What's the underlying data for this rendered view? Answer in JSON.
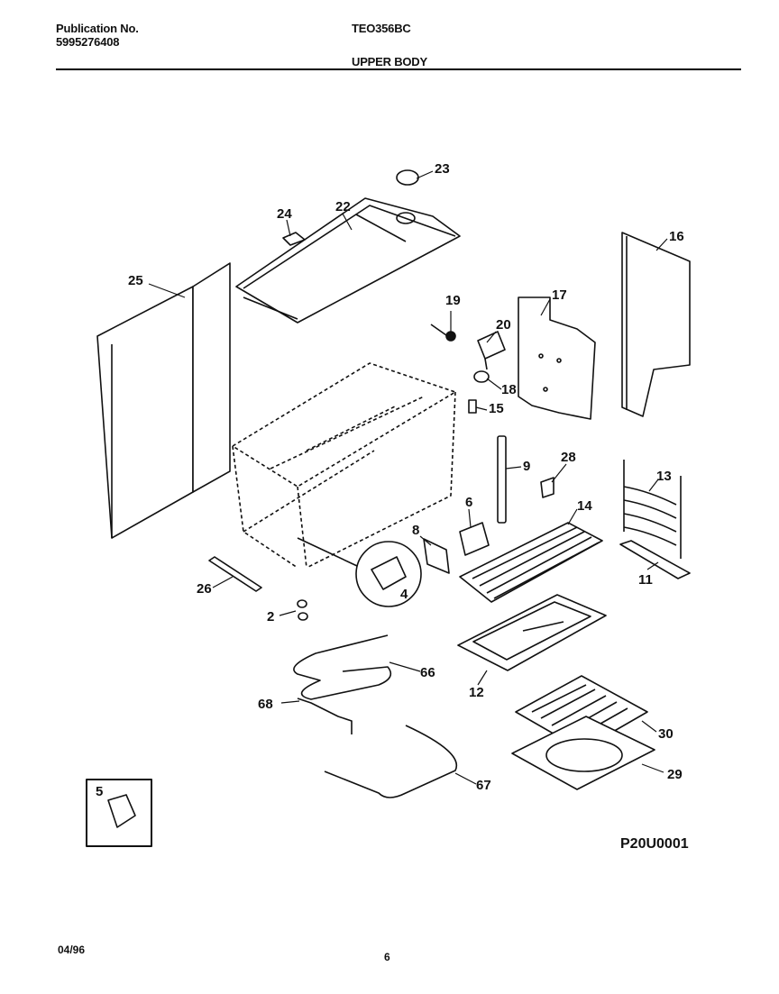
{
  "header": {
    "publication_label": "Publication No.",
    "publication_number": "5995276408",
    "model": "TEO356BC",
    "section_title": "UPPER BODY"
  },
  "diagram_code": "P20U0001",
  "footer": {
    "date": "04/96",
    "page_number": "6"
  },
  "callouts": {
    "c2": "2",
    "c4": "4",
    "c5": "5",
    "c6": "6",
    "c8": "8",
    "c9": "9",
    "c11": "11",
    "c12": "12",
    "c13": "13",
    "c14": "14",
    "c15": "15",
    "c16": "16",
    "c17": "17",
    "c18": "18",
    "c19": "19",
    "c20": "20",
    "c22": "22",
    "c23": "23",
    "c24": "24",
    "c25": "25",
    "c26": "26",
    "c28": "28",
    "c29": "29",
    "c30": "30",
    "c66": "66",
    "c67": "67",
    "c68": "68"
  }
}
